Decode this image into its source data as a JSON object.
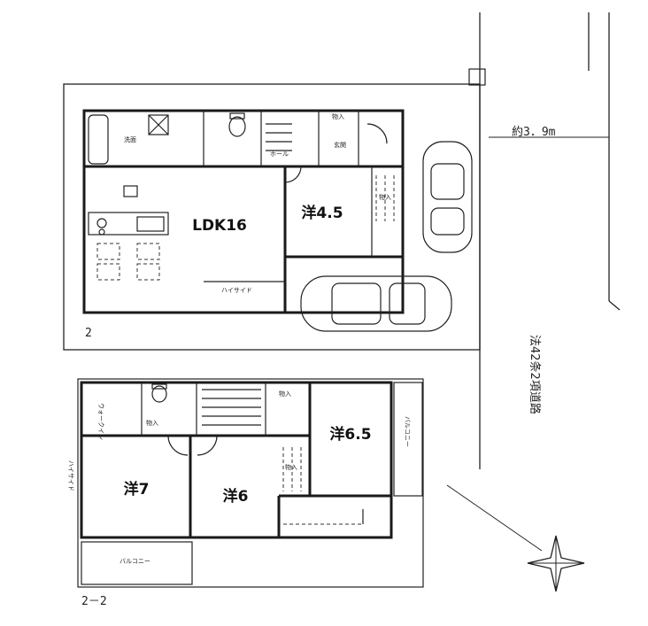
{
  "rooms": {
    "ldk": "LDK16",
    "yo45": "洋4.5",
    "yo65": "洋6.5",
    "yo7": "洋7",
    "yo6": "洋6"
  },
  "labels": {
    "bath_storage": "洗面",
    "hall": "ホール",
    "entrance": "玄関",
    "storage_1": "物入",
    "storage_2": "物入",
    "storage_3": "物入",
    "storage_4": "物入",
    "storage_5": "物入",
    "high_side_1": "ハイサイド",
    "high_side_2": "ハイサイド",
    "balcony_1": "バルコニー",
    "balcony_2": "バルコニー",
    "walkin": "ウォークイン",
    "floor1": "2",
    "floor2": "2－2"
  },
  "site": {
    "frontage": "約3．9m",
    "road": "法42条2項道路"
  },
  "colors": {
    "line": "#1a1a1a",
    "background": "#ffffff"
  }
}
